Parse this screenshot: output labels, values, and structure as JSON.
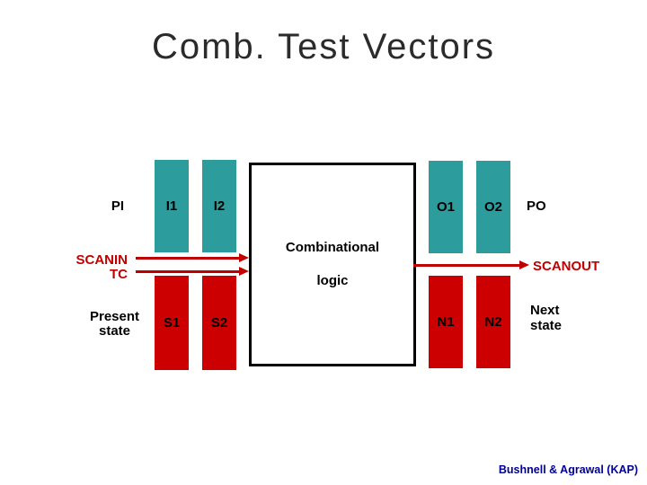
{
  "slide": {
    "title": "Comb. Test Vectors",
    "footer": "Bushnell & Agrawal (KAP)"
  },
  "colors": {
    "bar_teal": "#2d9c9c",
    "bar_red": "#cc0000",
    "arrow_red": "#c00000",
    "scan_label_red": "#c00000",
    "title_gray": "#2b2b2b",
    "footer_blue": "#000099",
    "box_border": "#000000",
    "background": "#ffffff"
  },
  "diagram": {
    "pi_label": "PI",
    "po_label": "PO",
    "scanin_label": "SCANIN",
    "tc_label": "TC",
    "scanout_label": "SCANOUT",
    "present_state_line1": "Present",
    "present_state_line2": "state",
    "next_state_line1": "Next",
    "next_state_line2": "state",
    "box_line1": "Combinational",
    "box_line2": "logic",
    "input_bars": [
      "I1",
      "I2"
    ],
    "output_bars": [
      "O1",
      "O2"
    ],
    "present_state_bars": [
      "S1",
      "S2"
    ],
    "next_state_bars": [
      "N1",
      "N2"
    ]
  }
}
